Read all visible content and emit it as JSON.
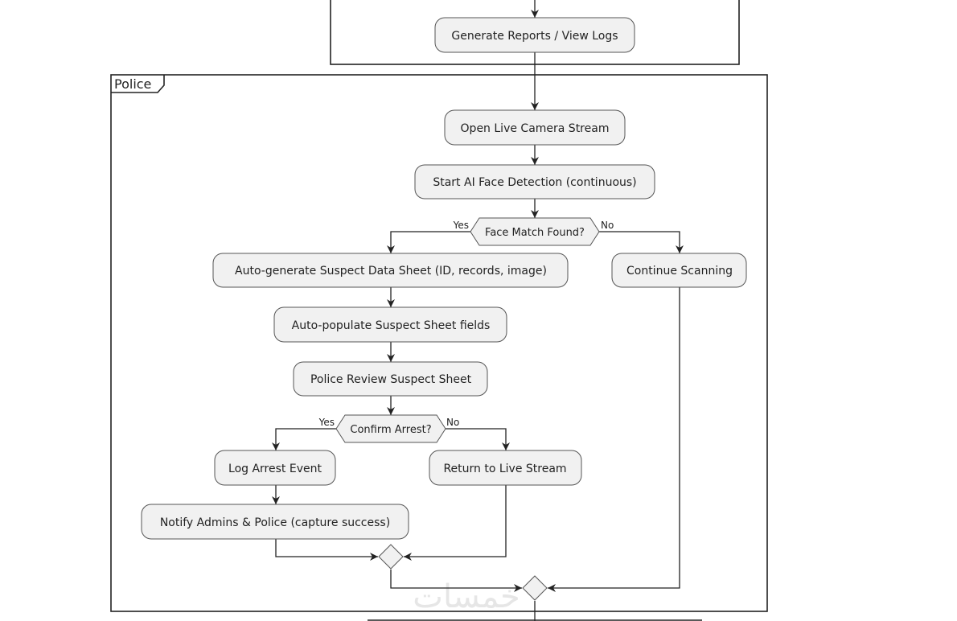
{
  "swimlanes": {
    "police": {
      "title": "Police"
    }
  },
  "nodes": {
    "generate_reports": "Generate Reports / View Logs",
    "open_stream": "Open Live Camera Stream",
    "start_detection": "Start AI Face Detection (continuous)",
    "auto_generate": "Auto-generate Suspect Data Sheet (ID, records, image)",
    "continue_scanning": "Continue Scanning",
    "auto_populate": "Auto-populate Suspect Sheet fields",
    "police_review": "Police Review Suspect Sheet",
    "log_arrest": "Log Arrest Event",
    "return_stream": "Return to Live Stream",
    "notify": "Notify Admins & Police (capture success)"
  },
  "decisions": {
    "face_match": {
      "label": "Face Match Found?",
      "yes": "Yes",
      "no": "No"
    },
    "confirm_arrest": {
      "label": "Confirm Arrest?",
      "yes": "Yes",
      "no": "No"
    }
  },
  "watermark": "خمسات"
}
